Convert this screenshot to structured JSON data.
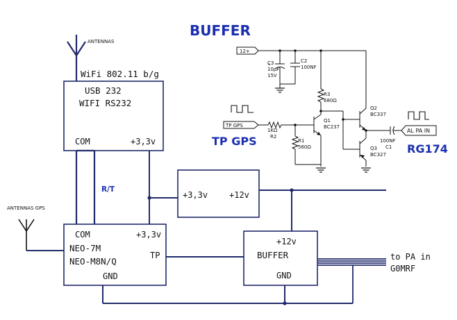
{
  "diagram": {
    "colors": {
      "wire": "#1f2a6b",
      "ink": "#111111",
      "title": "#1a2fb0",
      "dot": "#1f2a6b"
    },
    "title": "BUFFER",
    "labels": {
      "antennas": "ANTENNAS",
      "antennas_gps": "ANTENNAS GPS",
      "wifi_std": "WiFi 802.11 b/g",
      "rt": "R/T",
      "tp_gps_big": "TP GPS",
      "rg174": "RG174",
      "to_pa_1": "to PA in",
      "to_pa_2": "G0MRF"
    },
    "wifi_module": {
      "line1": "USB 232",
      "line2": "WIFI RS232",
      "com": "COM",
      "v33": "+3,3v"
    },
    "regulator": {
      "v33": "+3,3v",
      "v12": "+12v"
    },
    "gps_module": {
      "com": "COM",
      "v33": "+3,3v",
      "line1": "NEO-7M",
      "line2": "NEO-M8N/Q",
      "tp": "TP",
      "gnd": "GND"
    },
    "buffer_block": {
      "v12": "+12v",
      "name": "BUFFER",
      "gnd": "GND"
    },
    "schematic": {
      "vin": "12+",
      "c3": [
        "C3",
        "10µF",
        "15V"
      ],
      "c2": [
        "C2",
        "100NF"
      ],
      "r3": [
        "R3",
        "680Ω"
      ],
      "q1": [
        "Q1",
        "BC237"
      ],
      "q2": [
        "Q2",
        "BC337"
      ],
      "q3": [
        "Q3",
        "BC327"
      ],
      "r1": [
        "R1",
        "560Ω"
      ],
      "r2": [
        "1KΩ",
        "R2"
      ],
      "c1": [
        "100NF",
        "C1"
      ],
      "tp_gps": "TP GPS",
      "al_pa_in": "AL PA IN"
    }
  }
}
